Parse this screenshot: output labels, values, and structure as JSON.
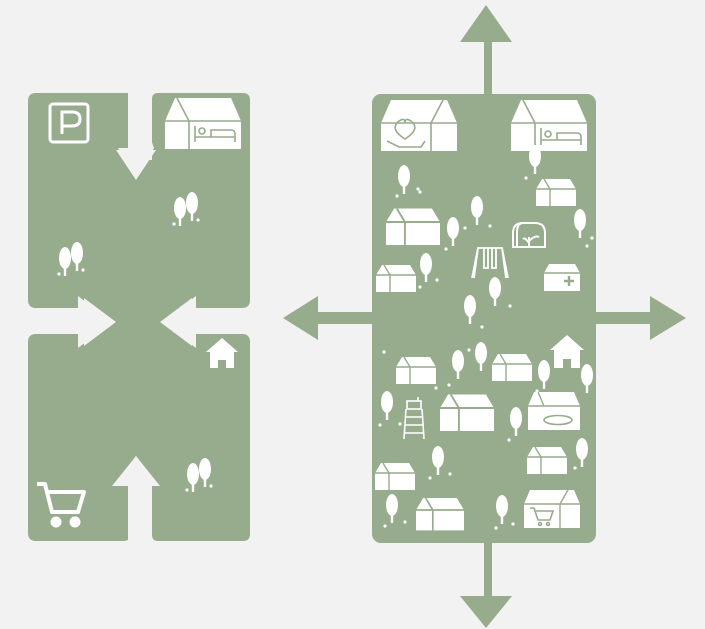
{
  "diagram": {
    "colors": {
      "background": "#f2f2f2",
      "fill": "#96ac8c",
      "icon": "#ffffff"
    },
    "left_panel": {
      "inward_arrows": [
        "down",
        "right",
        "left",
        "up"
      ],
      "icons": [
        "parking-icon",
        "hotel-icon",
        "home-icon",
        "shopping-cart-icon",
        "tree-icon"
      ]
    },
    "right_panel": {
      "outward_arrows": [
        "up",
        "down",
        "left",
        "right"
      ],
      "icons": [
        "care-home-icon",
        "hotel-icon",
        "house-icon",
        "greenhouse-icon",
        "playground-swing-icon",
        "clinic-icon",
        "home-icon",
        "climbing-frame-icon",
        "bakery-icon",
        "shopping-cart-icon",
        "tree-icon"
      ]
    }
  }
}
